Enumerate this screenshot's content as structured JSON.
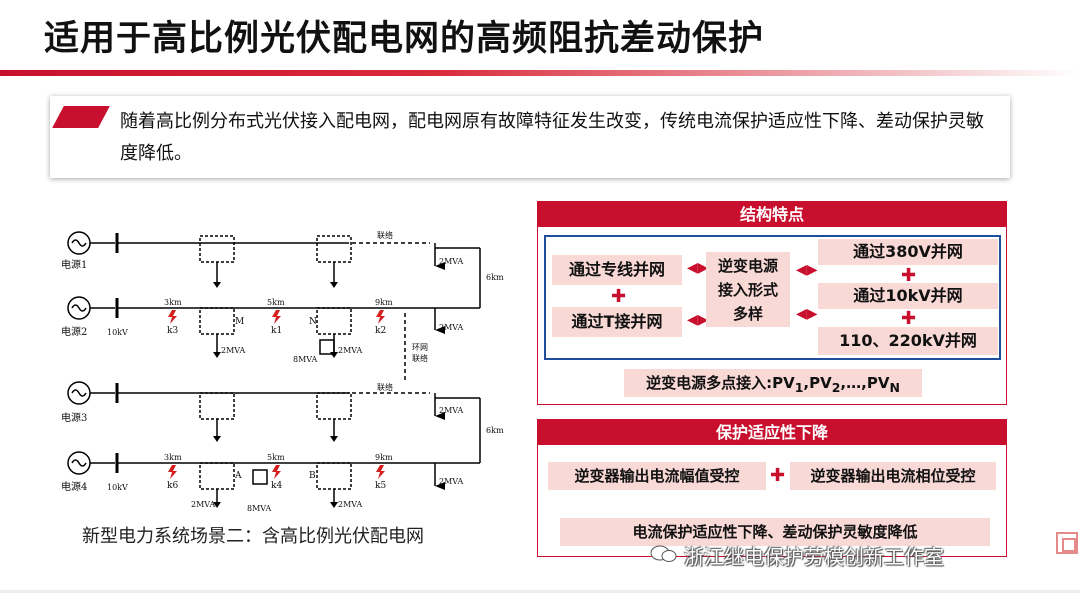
{
  "title": "适用于高比例光伏配电网的高频阻抗差动保护",
  "intro": "随着高比例分布式光伏接入配电网，配电网原有故障特征发生改变，传统电流保护适应性下降、差动保护灵敏度降低。",
  "diagram": {
    "caption": "新型电力系统场景二：含高比例光伏配电网",
    "sources": [
      "电源1",
      "电源2",
      "电源3",
      "电源4"
    ],
    "voltage": "10kV",
    "tie": "联络",
    "ring_tie": [
      "环网",
      "联络"
    ],
    "distance_6km": "6km",
    "distances": [
      "3km",
      "5km",
      "9km"
    ],
    "faults_top": [
      "k3",
      "k1",
      "k2"
    ],
    "faults_bottom": [
      "k6",
      "k4",
      "k5"
    ],
    "nodes": [
      "M",
      "N",
      "A",
      "B"
    ],
    "load": "2MVA",
    "pv": "8MVA"
  },
  "structure": {
    "header": "结构特点",
    "left_items": [
      "通过专线并网",
      "通过T接并网"
    ],
    "center": [
      "逆变电源",
      "接入形式",
      "多样"
    ],
    "right_items": [
      "通过380V并网",
      "通过10kV并网",
      "110、220kV并网"
    ],
    "multi_prefix": "逆变电源多点接入:",
    "multi_pv": "PV",
    "multi_sub1": "1",
    "multi_sub2": "2",
    "multi_subN": "N",
    "multi_sep": ",",
    "multi_dots": ",…,"
  },
  "protection": {
    "header": "保护适应性下降",
    "item_a": "逆变器输出电流幅值受控",
    "item_b": "逆变器输出电流相位受控",
    "conclusion": "电流保护适应性下降、差动保护灵敏度降低"
  },
  "watermark": "浙江继电保护劳模创新工作室",
  "colors": {
    "accent": "#c8102e",
    "pill": "#f8d9d6",
    "frame": "#1f4e9c"
  }
}
